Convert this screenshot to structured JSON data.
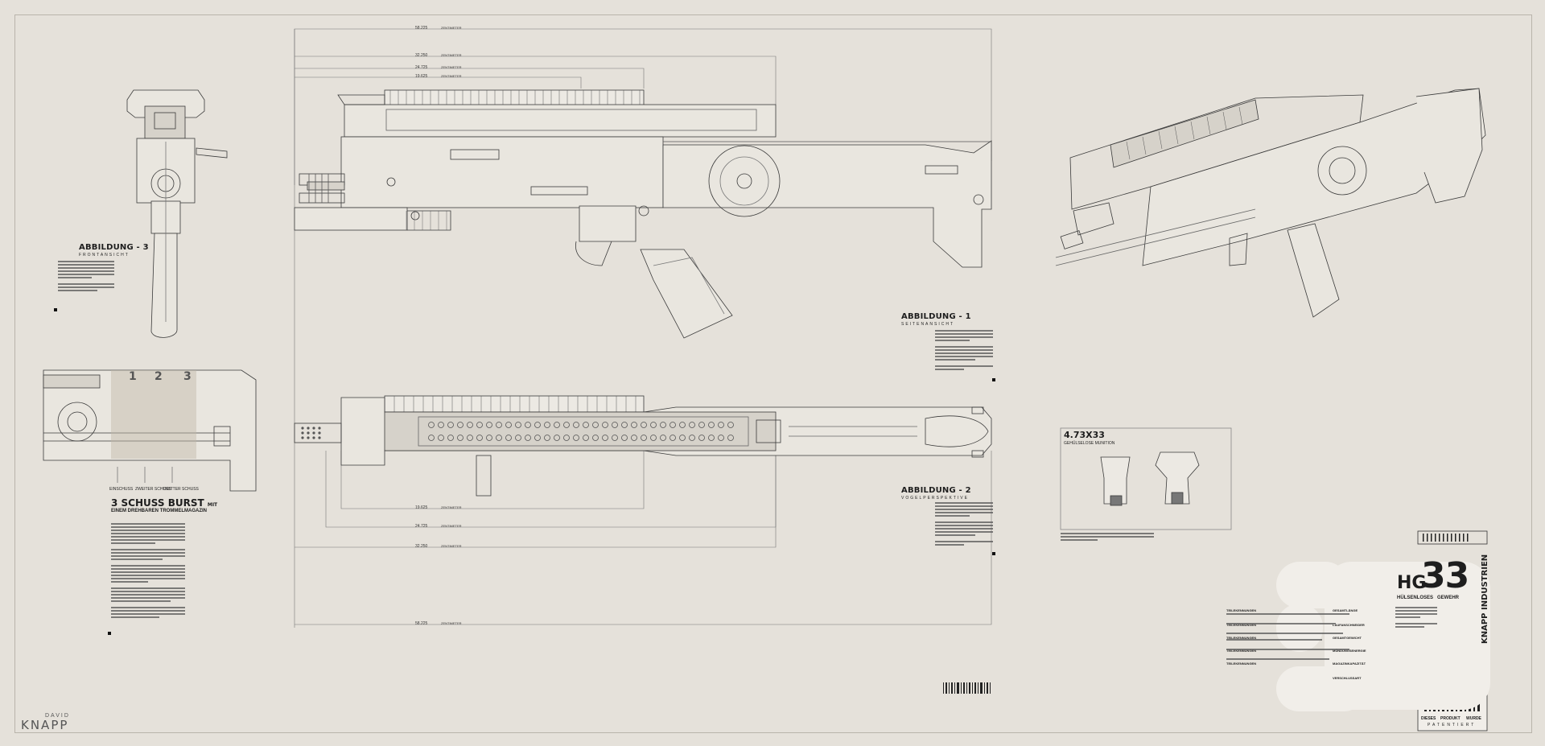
{
  "author": {
    "first": "DAVID",
    "last": "KNAPP"
  },
  "fig3": {
    "title": "ABBILDUNG - 3",
    "subtitle": "FRONTANSICHT"
  },
  "fig1": {
    "title": "ABBILDUNG - 1",
    "subtitle": "SEITENANSICHT"
  },
  "fig2": {
    "title": "ABBILDUNG - 2",
    "subtitle": "VOGELPERSPEKTIVE"
  },
  "burst": {
    "numbers": [
      "1",
      "2",
      "3"
    ],
    "labels": [
      "EINSCHUSS",
      "ZWEITER SCHUSS",
      "DRITTER SCHUSS"
    ],
    "title": "3 SCHUSS BURST",
    "mit": "MIT",
    "subtitle": "EINEM DREHBAREN TROMMELMAGAZIN"
  },
  "dimensions_top": [
    "58.225",
    "32.250",
    "24.725",
    "19.625"
  ],
  "dimensions_bottom": [
    "19.625",
    "24.725",
    "32.250",
    "58.225"
  ],
  "dim_unit": "ZENTIMETER",
  "ammo": {
    "title": "4.73X33",
    "subtitle": "GEHÜLSELOSE MUNITION"
  },
  "product": {
    "prefix": "HG",
    "number": "33",
    "sub1": "HÜLSENLOSES",
    "sub2": "GEWEHR",
    "company": "KNAPP INDUSTRIEN",
    "patent": [
      "DIESES",
      "PRODUKT",
      "WURDE"
    ],
    "patent2": "PATENTIERT"
  },
  "spec_table": {
    "rows": [
      "TEILEKENNUNGEN",
      "TEILEKENNUNGEN",
      "TEILEKENNUNGEN",
      "TEILEKENNUNGEN",
      "TEILEKENNUNGEN"
    ],
    "right": [
      "GESAMTLÄNGE",
      "LAUFANSCHNEIDER",
      "GESAMTGEWICHT",
      "MÜNDUNGSENERGIE",
      "MAGAZINKAPAZITÄT",
      "VERSCHLUSSART"
    ]
  }
}
